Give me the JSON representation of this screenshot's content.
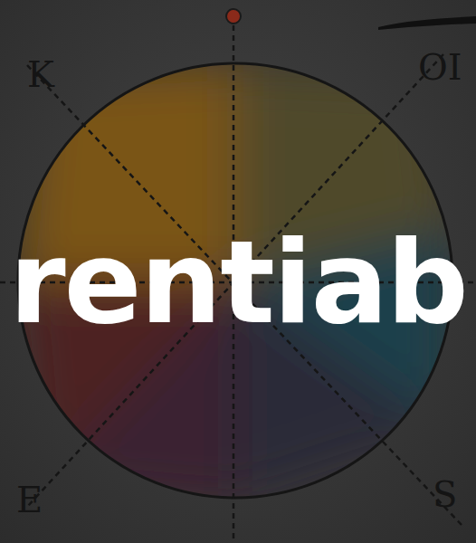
{
  "diagram": {
    "labels": [
      "K",
      "OI",
      "rentiab",
      "E",
      "S"
    ]
  }
}
